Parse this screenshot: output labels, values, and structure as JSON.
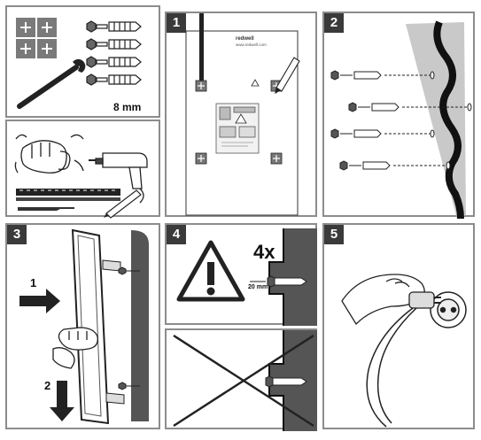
{
  "panels": {
    "parts": {
      "drill_size": "8 mm"
    },
    "tools": {},
    "step1": {
      "number": "1",
      "template_brand": "redwell",
      "template_url": "www.redwell.com"
    },
    "step2": {
      "number": "2"
    },
    "step3": {
      "number": "3",
      "arrow_push": "1",
      "arrow_down": "2"
    },
    "step4": {
      "number": "4",
      "count": "4x",
      "distance": "20 mm"
    },
    "step5": {
      "number": "5"
    }
  },
  "colors": {
    "frame": "#8c8c8c",
    "badge": "#3a3a3a",
    "wall": "#c9c9c9",
    "wall_dark": "#555555"
  }
}
